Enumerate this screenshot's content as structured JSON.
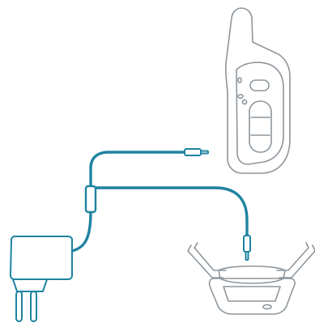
{
  "colors": {
    "outline": "#8e969c",
    "cable": "#1f83a1",
    "background": "#ffffff"
  },
  "components": [
    {
      "id": "remote-transmitter",
      "icon": "handheld-remote-icon"
    },
    {
      "id": "power-adapter",
      "icon": "wall-plug-adapter-icon"
    },
    {
      "id": "y-splitter-cable",
      "icon": "cable-icon"
    },
    {
      "id": "receiver-collar",
      "icon": "collar-receiver-icon"
    }
  ]
}
